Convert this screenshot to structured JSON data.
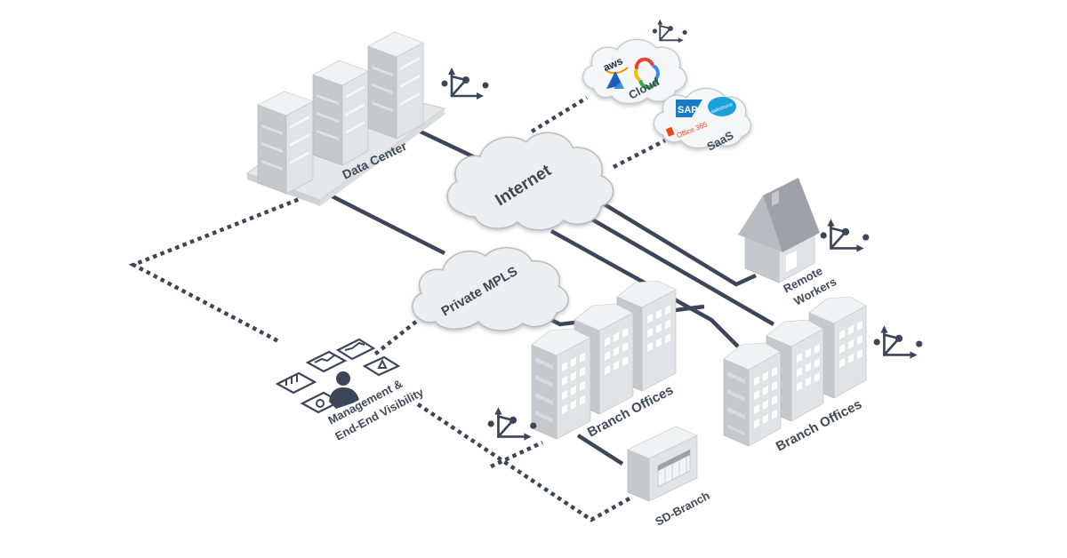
{
  "nodes": {
    "internet": "Internet",
    "private_mpls": "Private MPLS",
    "data_center": "Data Center",
    "cloud": "Cloud",
    "saas": "SaaS",
    "remote_line1": "Remote",
    "remote_line2": "Workers",
    "branch_left": "Branch Offices",
    "branch_right": "Branch Offices",
    "sd_branch": "SD-Branch",
    "mgmt_line1": "Management &",
    "mgmt_line2": "End-End Visibility"
  },
  "logos": {
    "aws": "aws",
    "sap": "SAP",
    "salesforce": "salesforce",
    "office365": "Office 365"
  },
  "colors": {
    "line": "#3d4658",
    "building": "#c6c8cc",
    "cloud": "#eceef0",
    "text": "#414a5a"
  }
}
